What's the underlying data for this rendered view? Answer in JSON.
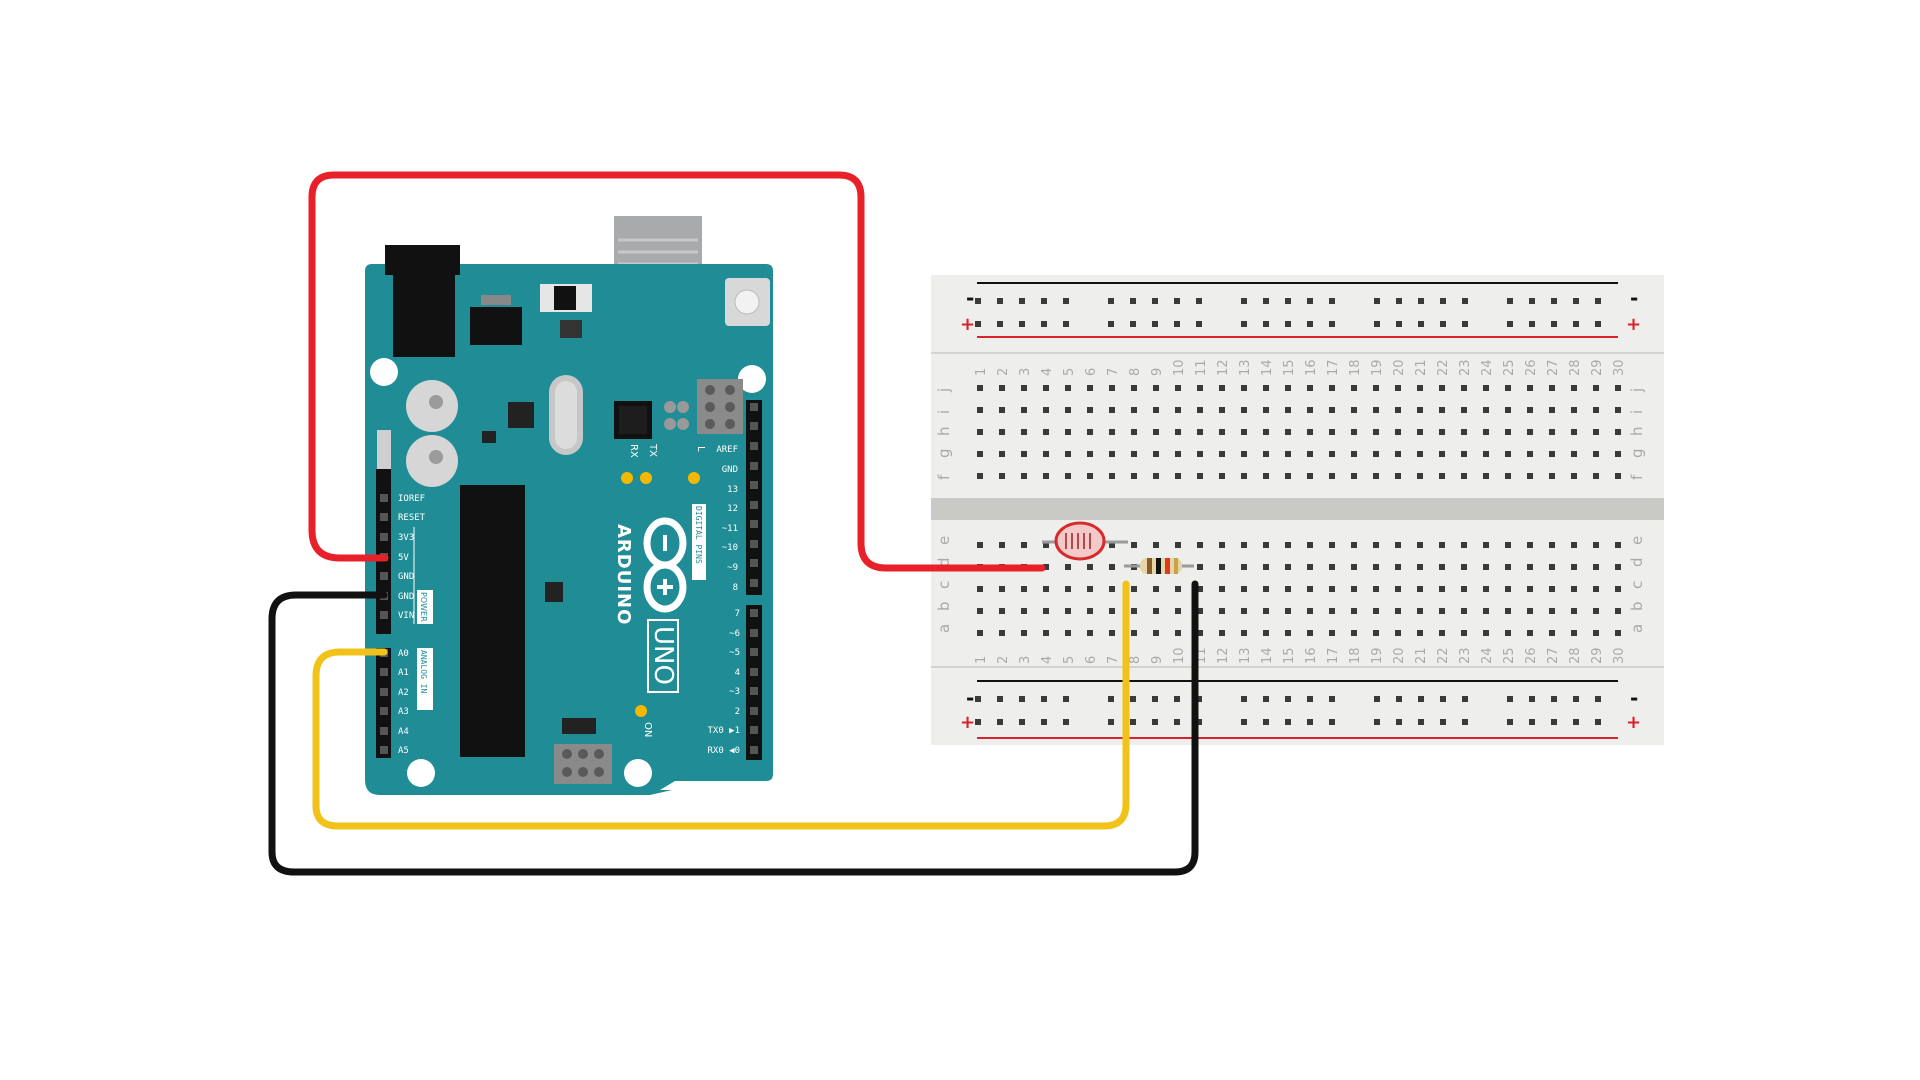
{
  "colors": {
    "board": "#1f8c96",
    "board_dark": "#146a72",
    "wire_power": "#e8202a",
    "wire_ground": "#111111",
    "wire_signal": "#f1c31a",
    "breadboard": "#eeeeec",
    "led": "#f5b800"
  },
  "board": {
    "brand": "ARDUINO",
    "model": "UNO",
    "power_label": "POWER",
    "analog_label": "ANALOG IN",
    "digital_label": "DIGITAL PINS",
    "on_label": "ON",
    "led_labels": [
      "RX",
      "TX",
      "L"
    ],
    "power_pins": [
      "IOREF",
      "RESET",
      "3V3",
      "5V",
      "GND",
      "GND",
      "VIN"
    ],
    "analog_pins": [
      "A0",
      "A1",
      "A2",
      "A3",
      "A4",
      "A5"
    ],
    "digital_pins_top": [
      "AREF",
      "GND",
      "13",
      "12",
      "~11",
      "~10",
      "~9",
      "8"
    ],
    "digital_pins_bottom": [
      "7",
      "~6",
      "~5",
      "4",
      "~3",
      "2",
      "TX0 ▶1",
      "RX0 ◀0"
    ]
  },
  "breadboard": {
    "rail_minus": "-",
    "rail_plus": "+",
    "columns": [
      "1",
      "2",
      "3",
      "4",
      "5",
      "6",
      "7",
      "8",
      "9",
      "10",
      "11",
      "12",
      "13",
      "14",
      "15",
      "16",
      "17",
      "18",
      "19",
      "20",
      "21",
      "22",
      "23",
      "24",
      "25",
      "26",
      "27",
      "28",
      "29",
      "30"
    ],
    "rows_top": [
      "j",
      "i",
      "h",
      "g",
      "f"
    ],
    "rows_bottom": [
      "e",
      "d",
      "c",
      "b",
      "a"
    ]
  },
  "components": {
    "photoresistor": "photoresistor",
    "resistor_bands": [
      "#8a5a2b",
      "#111111",
      "#e0391f",
      "#c9a34a"
    ]
  }
}
